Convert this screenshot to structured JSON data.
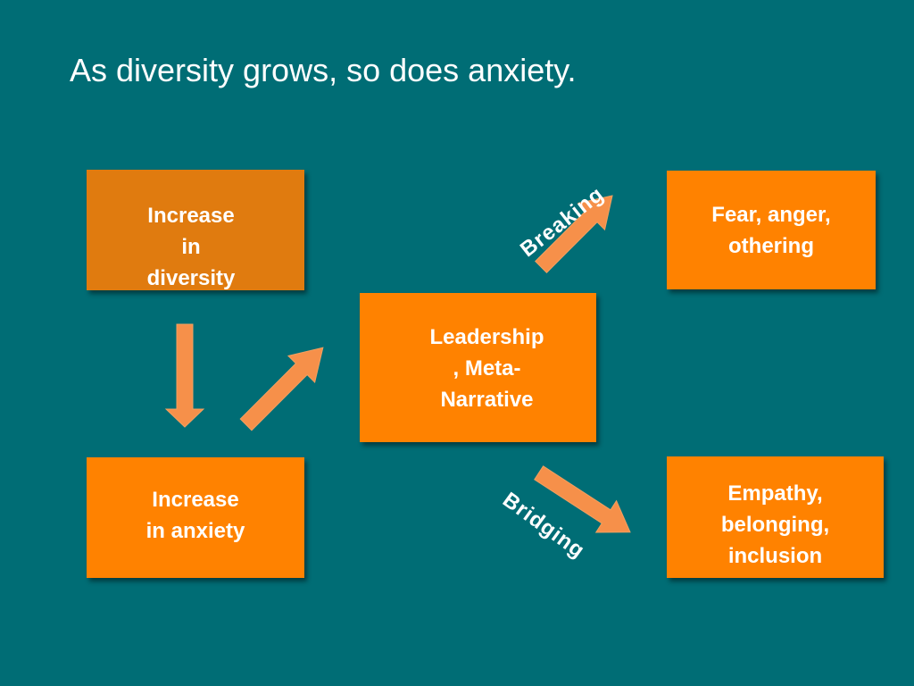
{
  "slide": {
    "title": "As diversity grows, so does anxiety."
  },
  "boxes": {
    "increase_diversity": "Increase\nin\ndiversity",
    "increase_anxiety": "Increase\nin anxiety",
    "leadership": "Leadership\n, Meta-\nNarrative",
    "fear": "Fear, anger,\nothering",
    "empathy": "Empathy,\nbelonging,\ninclusion"
  },
  "paths": {
    "breaking": "Breaking",
    "bridging": "Bridging"
  },
  "colors": {
    "background": "#006d75",
    "box_dark_orange": "#e07b0f",
    "box_orange": "#ff8200",
    "arrow": "#f6904a",
    "text": "#ffffff"
  }
}
